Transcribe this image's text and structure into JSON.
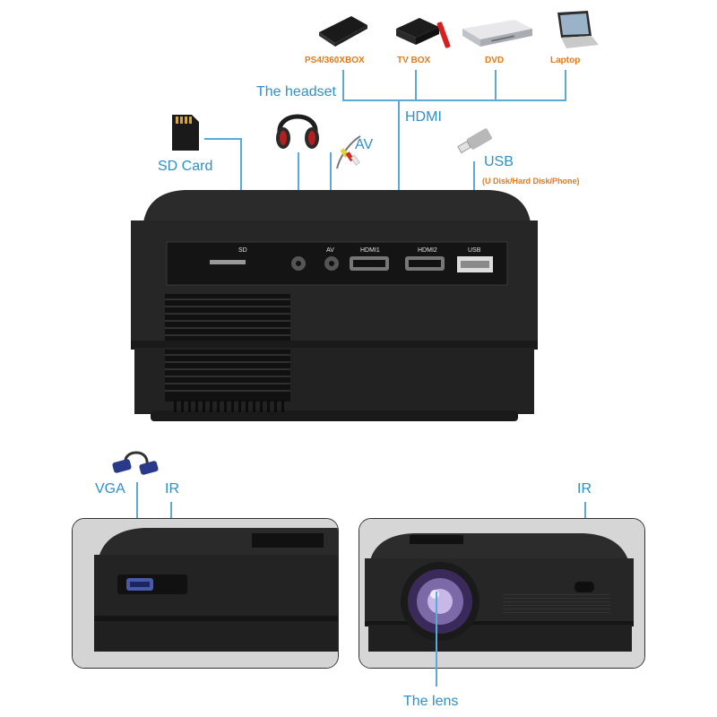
{
  "devices": {
    "ps4": "PS4/360XBOX",
    "tvbox": "TV BOX",
    "dvd": "DVD",
    "laptop": "Laptop"
  },
  "labels": {
    "headset": "The headset",
    "hdmi": "HDMI",
    "sdcard": "SD Card",
    "av": "AV",
    "usb": "USB",
    "usb_sub": "(U Disk/Hard Disk/Phone)",
    "vga": "VGA",
    "ir_left": "IR",
    "ir_right": "IR",
    "lens": "The lens"
  },
  "ports": {
    "sd": "SD",
    "av": "AV",
    "hdmi1": "HDMI1",
    "hdmi2": "HDMI2",
    "usb": "USB"
  },
  "colors": {
    "label_blue": "#2f8fc8",
    "label_orange": "#e57a1a",
    "connector_line": "#5aa9d6"
  }
}
